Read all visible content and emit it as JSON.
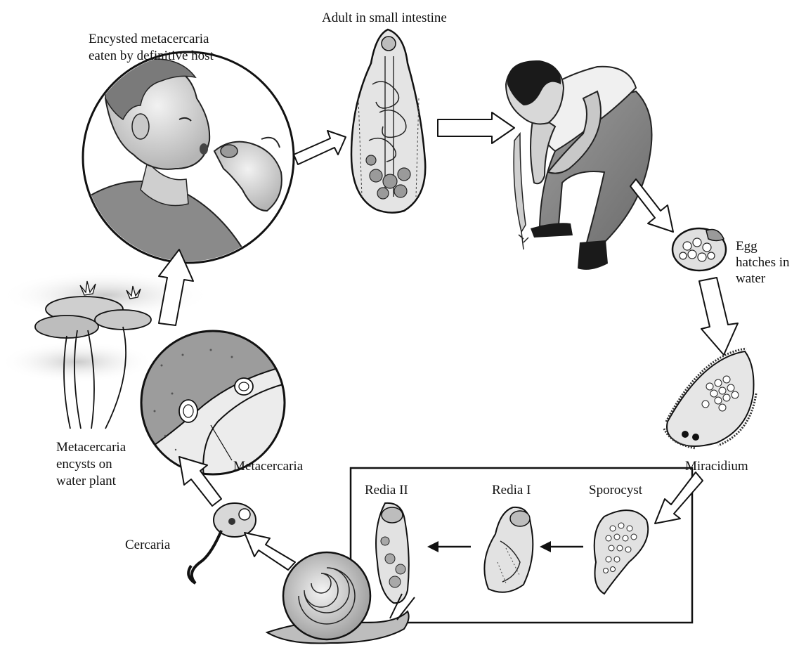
{
  "labels": {
    "encysted_line1": "Encysted metacercaria",
    "encysted_line2": "eaten by definitive host",
    "adult": "Adult in small intestine",
    "egg_line1": "Egg",
    "egg_line2": "hatches in",
    "egg_line3": "water",
    "miracidium": "Miracidium",
    "sporocyst": "Sporocyst",
    "redia1": "Redia I",
    "redia2": "Redia II",
    "cercaria": "Cercaria",
    "metacercaria": "Metacercaria",
    "water_plant_line1": "Metacercaria",
    "water_plant_line2": "encysts on",
    "water_plant_line3": "water plant"
  },
  "colors": {
    "ink": "#111111",
    "arrow_fill": "#ffffff",
    "gray_light": "#d9d9d9",
    "gray_mid": "#a8a8a8",
    "gray_dark": "#5a5a5a"
  }
}
